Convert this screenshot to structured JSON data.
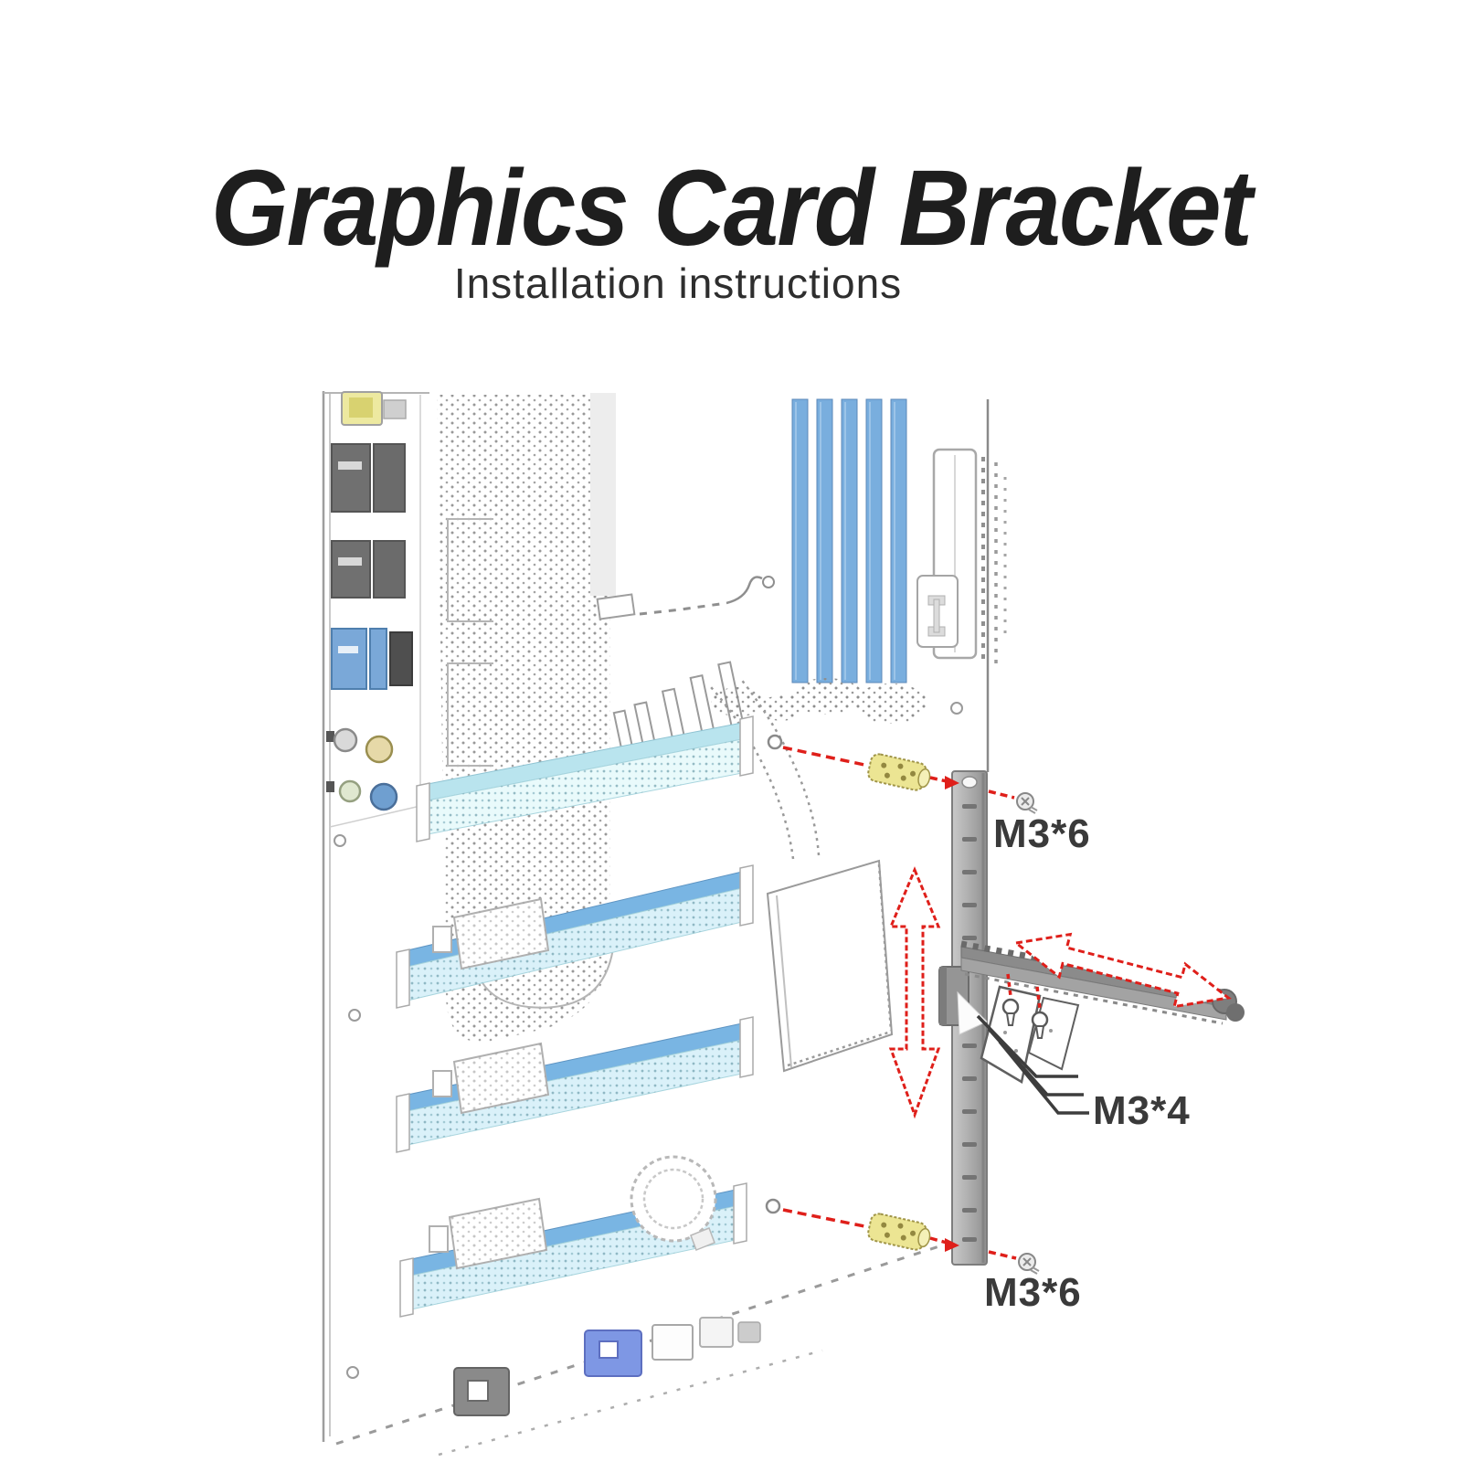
{
  "header": {
    "title": "Graphics Card Bracket",
    "subtitle": "Installation instructions"
  },
  "diagram": {
    "labels": {
      "screw_top": "M3*6",
      "screw_arm": "M3*4",
      "screw_bottom": "M3*6"
    },
    "colors": {
      "annotation_red": "#df1f1a",
      "standoff_yellow": "#ece593",
      "pcie_face_cyan": "#daf1f9",
      "pcie_band_blue": "#79b5e3",
      "ram_slot_blue": "#79aede",
      "usb3_blue": "#7aa8d8",
      "bottom_header_blue": "#7e97e4",
      "bracket_gray": "#a8a8a8",
      "line_gray": "#9a9a9a",
      "label_text": "#3a3a3a",
      "title_text": "#1e1e1e"
    }
  }
}
